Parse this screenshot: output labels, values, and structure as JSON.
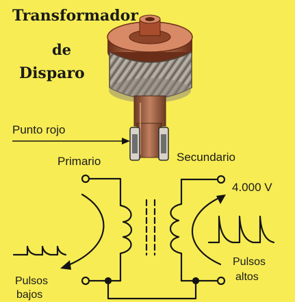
{
  "title": {
    "line1": "Transformador",
    "line2": "de",
    "line3": "Disparo"
  },
  "labels": {
    "punto_rojo": "Punto rojo",
    "primario": "Primario",
    "secundario": "Secundario",
    "voltage": "4.000 V",
    "pulsos_altos_1": "Pulsos",
    "pulsos_altos_2": "altos",
    "pulsos_bajos_1": "Pulsos",
    "pulsos_bajos_2": "bajos"
  },
  "colors": {
    "background": "#f7ec54",
    "cap_dark": "#7a3a22",
    "cap_light": "#d88a66",
    "coil_gray": "#a59d92",
    "core_brown": "#a0603f",
    "line": "#141414"
  }
}
